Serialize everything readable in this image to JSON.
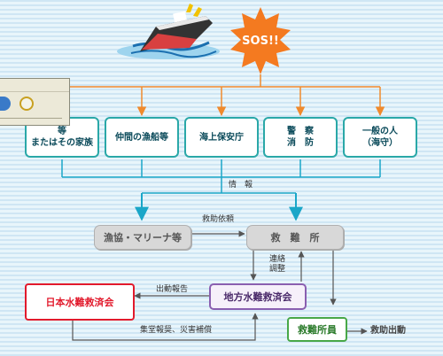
{
  "sos": "SOS!!",
  "responders": [
    {
      "label": "等\nまたはその家族"
    },
    {
      "label": "仲間の漁船等"
    },
    {
      "label": "海上保安庁"
    },
    {
      "label": "警　察\n消　防"
    },
    {
      "label": "一般の人\n（海守）"
    }
  ],
  "labels": {
    "info": "情　報",
    "request": "救助依頼",
    "contact": "連絡\n調整",
    "dispatch_report": "出動報告",
    "compensation": "集堂報奨、災害補償",
    "rescue_action": "救助出動"
  },
  "nodes": {
    "fishery": "漁協・マリーナ等",
    "station": "救　難　所",
    "regional": "地方水難救済会",
    "japan": "日本水難救済会",
    "rescuer": "救難所員"
  },
  "colors": {
    "orange_line": "#f08a2c",
    "teal_line": "#1aa6c8",
    "dark_line": "#555555",
    "sos_burst": "#f47a20"
  }
}
